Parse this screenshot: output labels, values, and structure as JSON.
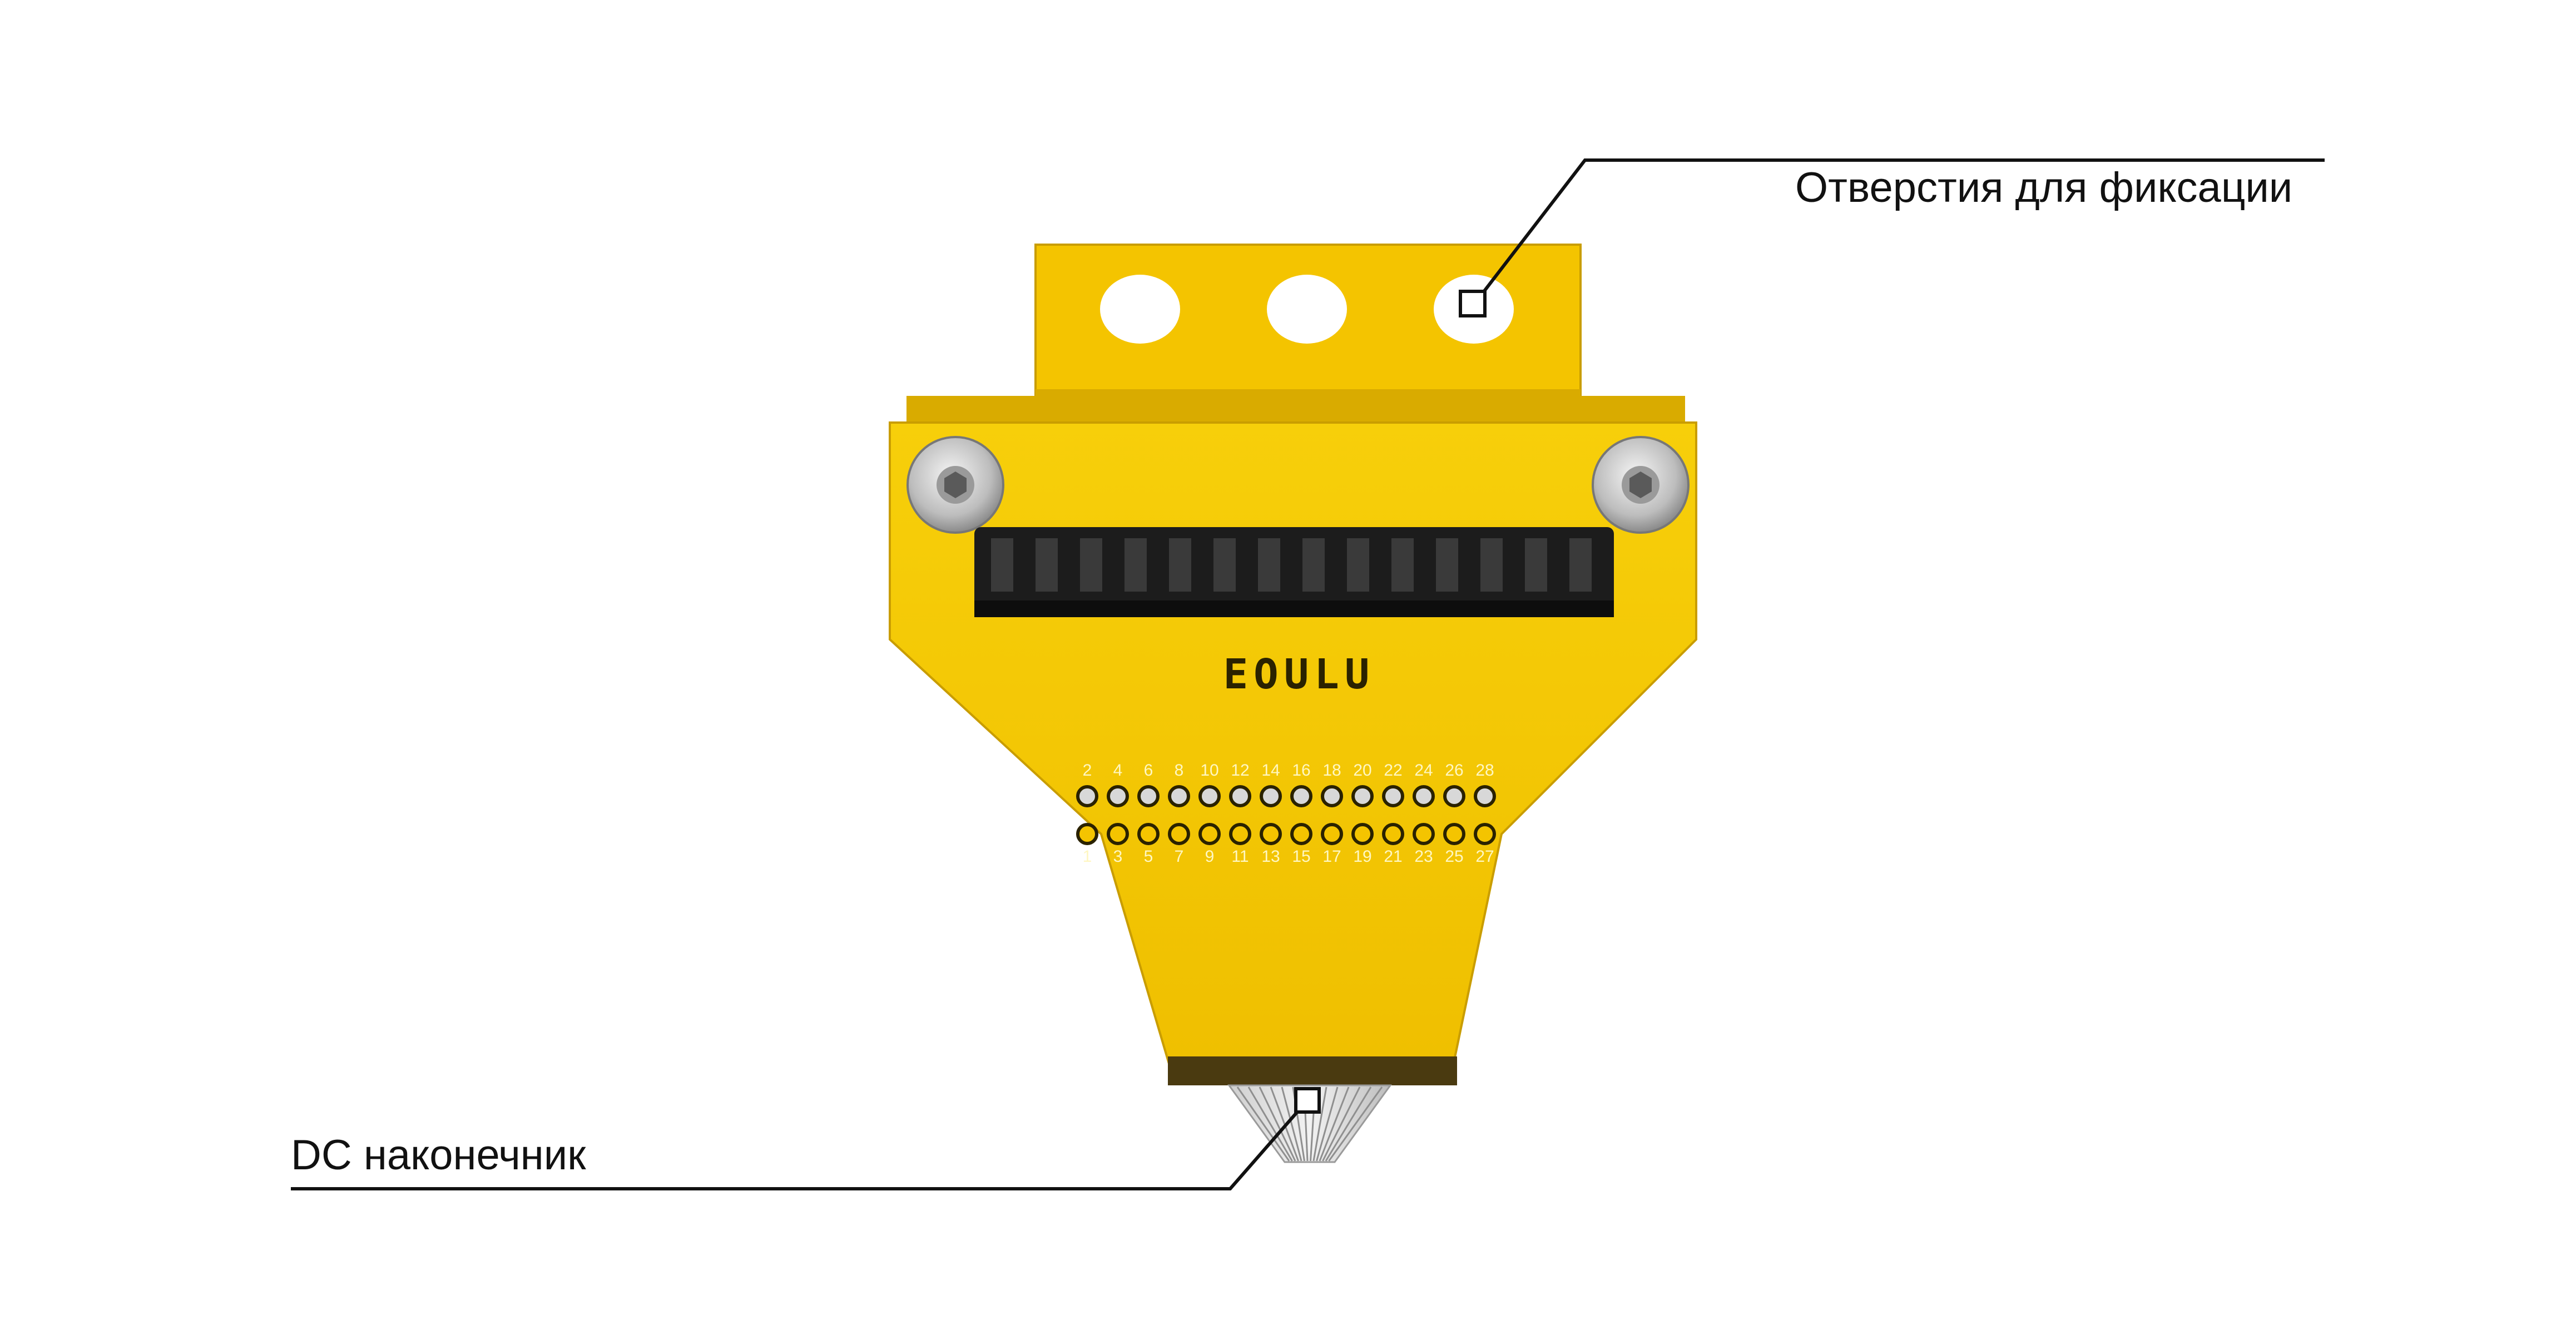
{
  "labels": {
    "holes": "Отверстия для фиксации",
    "tip": "DC наконечник"
  },
  "board": {
    "brand": "EOULU",
    "top_pin_numbers": [
      "2",
      "4",
      "6",
      "8",
      "10",
      "12",
      "14",
      "16",
      "18",
      "20",
      "22",
      "24",
      "26",
      "28"
    ],
    "bottom_pin_numbers": [
      "1",
      "3",
      "5",
      "7",
      "9",
      "11",
      "13",
      "15",
      "17",
      "19",
      "21",
      "23",
      "25",
      "27"
    ]
  },
  "colors": {
    "board": "#f4c400",
    "board_shade": "#d9a900",
    "connector": "#1c1c1c",
    "line": "#111111"
  }
}
